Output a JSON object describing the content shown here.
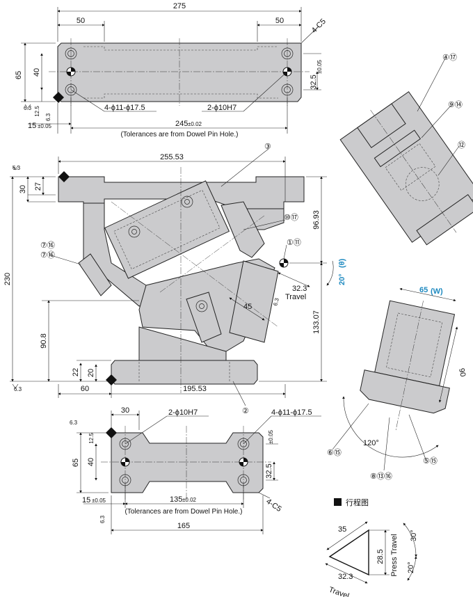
{
  "top_view": {
    "d_275": "275",
    "d_50_left": "50",
    "d_50_right": "50",
    "chamfer": "4-C5",
    "d_65": "65",
    "d_40": "40",
    "d_12_5": "12.5",
    "d_15": "15",
    "tol_005": "±0.05",
    "d_32_5": "32.5",
    "hole_11": "4-ϕ11-ϕ17.5",
    "hole_10": "2-ϕ10H7",
    "d_245": "245",
    "tol_002": "±0.02",
    "tol_note": "(Tolerances are from Dowel Pin Hole.)",
    "rough": "6.3"
  },
  "front_view": {
    "d_255": "255.53",
    "d_30": "30",
    "d_27": "27",
    "d_230": "230",
    "d_90_8": "90.8",
    "d_22": "22",
    "d_20": "20",
    "d_60": "60",
    "d_195": "195.53",
    "d_96": "96.93",
    "d_133": "133.07",
    "d_32_3": "32.3",
    "travel": "Travel",
    "d_45": "45",
    "angle": "20°",
    "theta": "(θ)",
    "rough": "6.3"
  },
  "callouts": {
    "c3": "③",
    "c1011": "⑩⑰",
    "c111": "①⑪",
    "c716": "⑦⑯",
    "c2": "②",
    "c417": "④⑰",
    "c914": "⑨⑭",
    "c12": "⑫",
    "c615": "⑥⑮",
    "c515": "⑤⑮",
    "c81316": "⑧⑬⑯"
  },
  "side_view": {
    "d_65": "65",
    "w": "(W)",
    "d_90": "90",
    "angle_120": "120°"
  },
  "bottom_view": {
    "d_30": "30",
    "hole_10": "2-ϕ10H7",
    "hole_11": "4-ϕ11-ϕ17.5",
    "d_12_5": "12.5",
    "d_65": "65",
    "d_40": "40",
    "d_32_5": "32.5",
    "tol_005": "±0.05",
    "d_15": "15",
    "d_135": "135",
    "tol_002": "±0.02",
    "tol_note": "(Tolerances are from Dowel Pin Hole.)",
    "chamfer": "4-C5",
    "d_165": "165",
    "rough": "6.3"
  },
  "stroke_diagram": {
    "title": "行程图",
    "d_35": "35",
    "d_28_5": "28.5",
    "d_32_3": "32.3",
    "travel": "Travel",
    "press_travel": "Press Travel",
    "a30": "30°",
    "a20": "20°"
  }
}
